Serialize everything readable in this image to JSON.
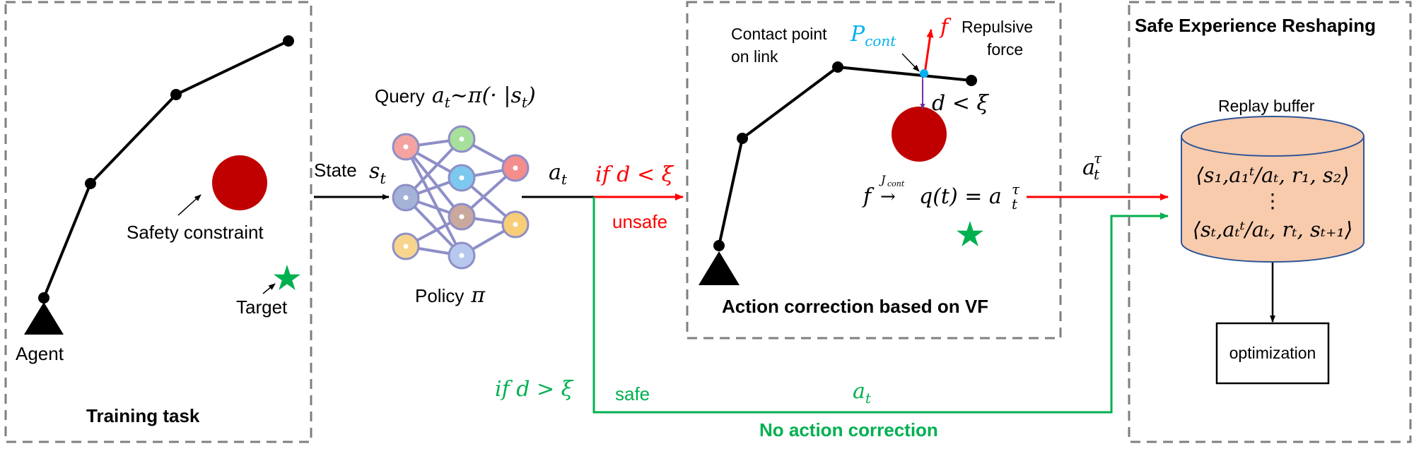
{
  "colors": {
    "box_border": "#7f7f7f",
    "obstacle": "#c00000",
    "target": "#00b050",
    "unsafe": "#ff0000",
    "safe": "#00b050",
    "contact": "#00b0f0",
    "distance": "#7030a0",
    "buffer_fill": "#f8cbad",
    "buffer_stroke": "#2e5597",
    "nn_edges": "#8e8fc7"
  },
  "training": {
    "title": "Training task",
    "agent_label": "Agent",
    "constraint_label": "Safety constraint",
    "target_label": "Target",
    "agent_icon": "triangle-base-icon",
    "target_icon": "star-icon"
  },
  "policy": {
    "state_label": "State",
    "state_var": "s",
    "state_sub": "t",
    "query_label": "Query",
    "query_formula": "a~π(· |s)",
    "policy_label": "Policy",
    "policy_symbol": "π",
    "output_var": "a",
    "output_sub": "t"
  },
  "branches": {
    "unsafe_condition": "if d < ξ",
    "unsafe_label": "unsafe",
    "safe_condition": "if d > ξ",
    "safe_label": "safe",
    "safe_action_var": "a",
    "safe_action_sub": "t",
    "no_correction_label": "No action correction"
  },
  "correction": {
    "title": "Action correction based on VF",
    "contact_label_line1": "Contact point",
    "contact_label_line2": "on link",
    "contact_var": "P",
    "contact_sub": "cont",
    "force_var": "f",
    "force_label_line1": "Repulsive",
    "force_label_line2": "force",
    "distance_condition": "d < ξ",
    "mapping_from": "f",
    "mapping_over": "J",
    "mapping_over_sub": "cont",
    "mapping_to": "q(t) = a",
    "mapping_to_sup": "τ",
    "mapping_to_sub": "t",
    "output_var": "a",
    "output_sup": "τ",
    "output_sub": "t"
  },
  "reshaping": {
    "title": "Safe Experience Reshaping",
    "buffer_label": "Replay buffer",
    "tuple_first": "⟨s₁,a₁ᵗ/aₜ, r₁, s₂⟩",
    "tuple_dots": "⋮",
    "tuple_last": "⟨sₜ,aₜᵗ/aₜ, rₜ, sₜ₊₁⟩",
    "optimization_label": "optimization"
  }
}
